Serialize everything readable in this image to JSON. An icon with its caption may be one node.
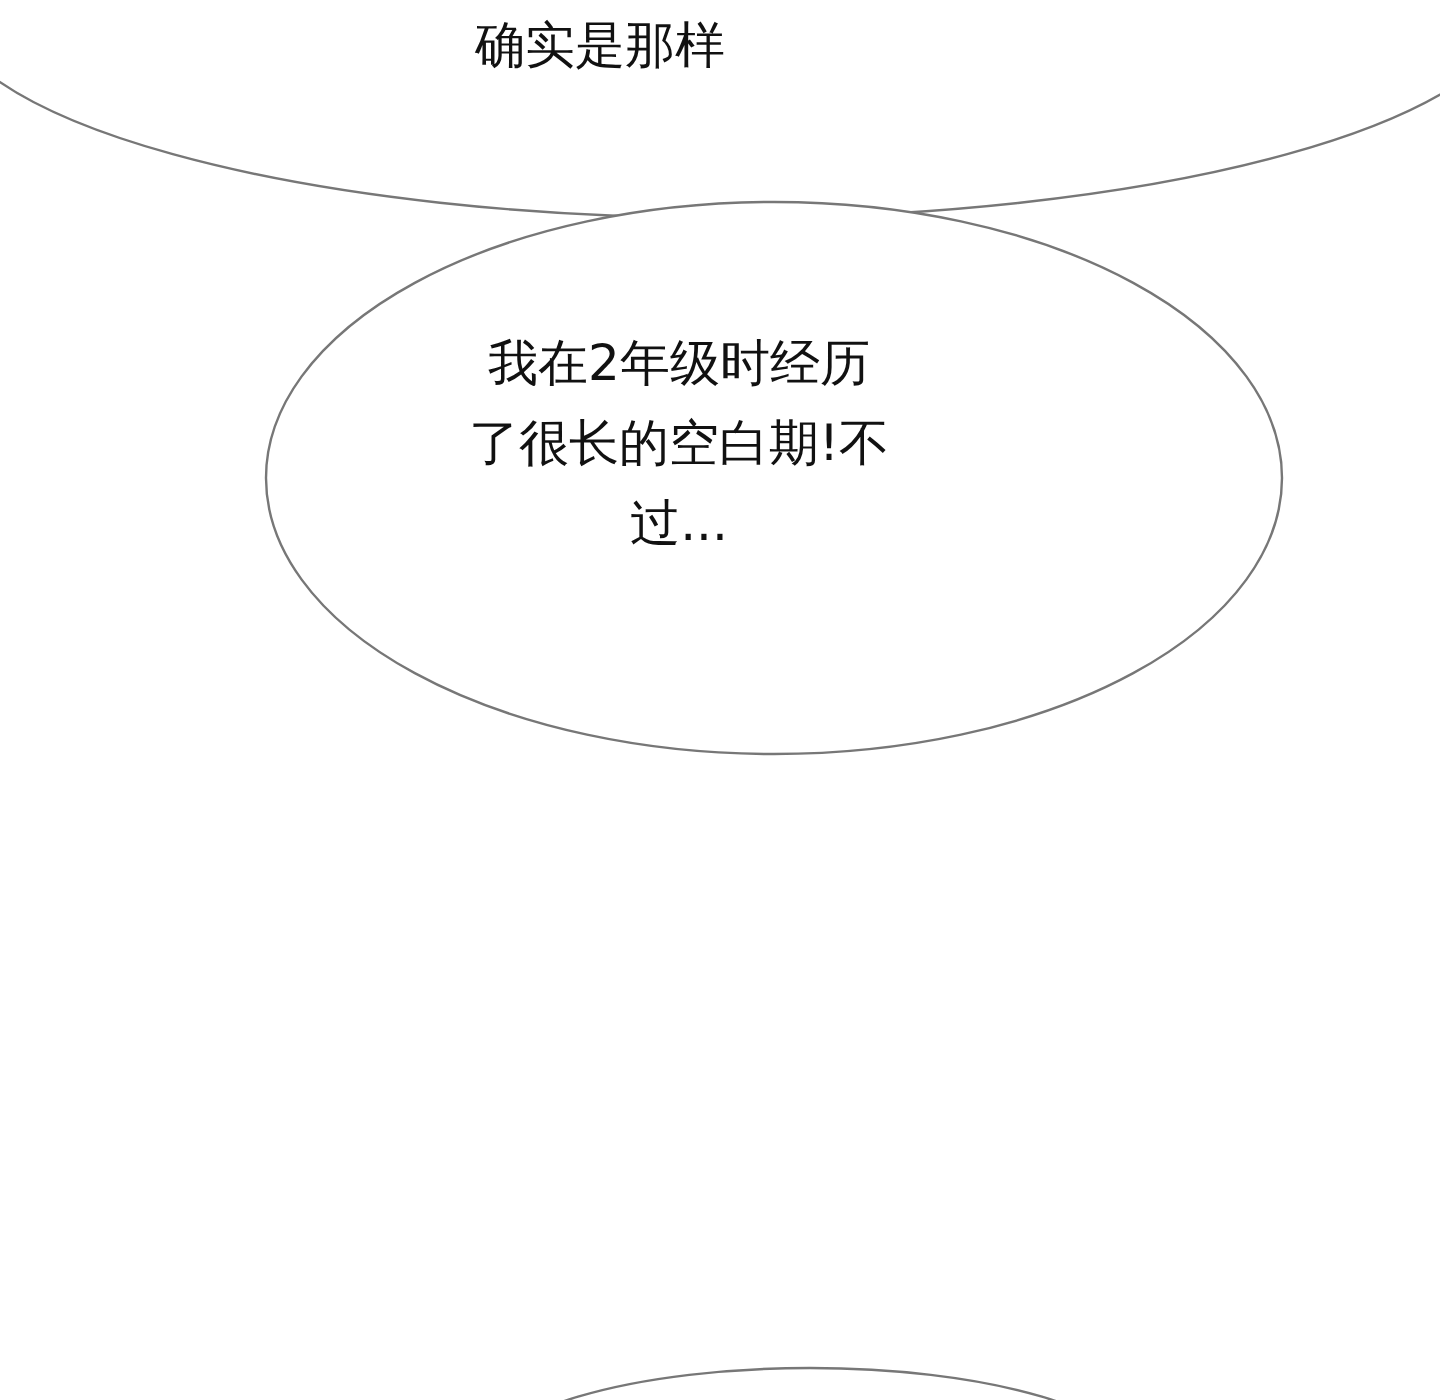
{
  "diagram": {
    "nodes": [
      {
        "text": [
          "确实是那样"
        ]
      },
      {
        "text": [
          "我在2年级时经历了很长的空白期!不过..."
        ]
      },
      {
        "text": [],
        "shape": "cloud"
      }
    ]
  }
}
